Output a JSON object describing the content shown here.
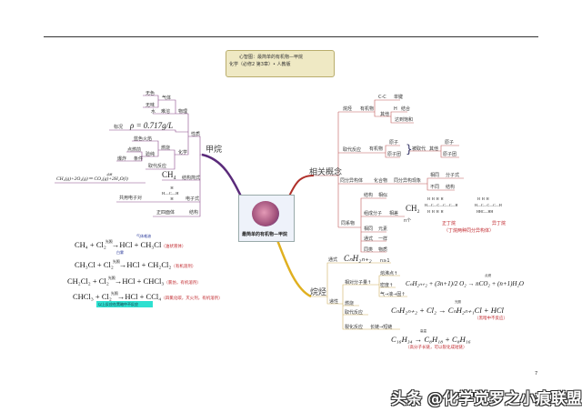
{
  "title": {
    "line1": "心智图：最简单的有机物—甲烷",
    "line2": "化学（必修2 第3章）• 人教版"
  },
  "center_label": "最简单的有机物—甲烷",
  "methane": {
    "root": "甲烷",
    "properties": "性质",
    "physical": "物理",
    "colorless": "无色",
    "gas": "气体",
    "odorless": "无味",
    "water": "水",
    "insoluble": "难溶",
    "stp": "标况",
    "density": "ρ = 0.717g/L",
    "chemical": "化学",
    "blue_flame": "蓝色火焰",
    "before_ignite": "点燃前",
    "check_purity": "验纯",
    "combustion": "燃烧",
    "explosion": "爆炸",
    "condition": "条件",
    "substitution": "取代反应",
    "formula": "CH₄",
    "structural_simple": "结构简式",
    "combustion_eq": "CH₄(g)+2O₂(g) ═ CO₂(g)+2H₂O(l)",
    "combustion_cond": "点燃",
    "shared_pair": "共用电子对",
    "electron_formula": "电子式",
    "tetrahedron": "正四面体",
    "structure": "结构"
  },
  "substitution_eqs": [
    {
      "left": "CH₄ + Cl₂",
      "cond": "光照",
      "right": "HCl + CH₃Cl",
      "note": "（油状液体）",
      "above": "气体难溶"
    },
    {
      "left": "CH₃Cl + Cl₂",
      "cond": "光照",
      "right": "HCl + CH₂Cl₂",
      "note": "（有机溶剂）",
      "above": "白雾"
    },
    {
      "left": "CH₂Cl₂ + Cl₂",
      "cond": "光照",
      "right": "HCl + CHCl₃",
      "note": "（氯仿，有机溶剂）"
    },
    {
      "left": "CHCl₃ + Cl₂",
      "cond": "光照",
      "right": "HCl + CCl₄",
      "note": "（四氯化碳，灭火剂，有机溶剂）"
    }
  ],
  "dark_note": "以上反应在黑暗中不反应",
  "concepts": {
    "root": "相关概念",
    "alkane": "烷烃",
    "organic": "有机物",
    "cc": "C-C",
    "single_bond": "单键",
    "other": "其他",
    "h": "H",
    "combine": "结合",
    "saturated": "达到饱和",
    "substitution": "取代反应",
    "organic2": "有机物",
    "atom": "原子",
    "group": "原子团",
    "replaced": "被取代",
    "other2": "其他",
    "atom2": "原子",
    "group2": "原子团",
    "isomer": "同分异构体",
    "compound": "化合物",
    "isomerism": "同分异构现象",
    "same": "相同",
    "mol_formula": "分子式",
    "diff": "不同",
    "struct": "结构",
    "homolog": "同系物",
    "struct2": "结构",
    "similar": "相似",
    "composition": "组成分子",
    "differ": "相差",
    "ch2": "CH₂",
    "n": "n个",
    "same2": "相同",
    "element": "元素",
    "general": "通式",
    "alike": "一样",
    "same_class": "同类",
    "substance": "物质",
    "n_butane": "正丁烷",
    "iso_butane": "异丁烷",
    "butane_note": "（丁烷两种同分异构体）"
  },
  "alkanes": {
    "root": "烷烃",
    "general_formula_label": "通式",
    "general_formula": "CₙH₂ₙ₊₂",
    "n_cond": "n≥1",
    "property": "递性",
    "mass_up": "相对分子量↑",
    "bp_up": "熔沸点↑",
    "density_up": "密度↑",
    "state": "气→液→固↑",
    "combustion": "燃烧",
    "substitution": "取代反应",
    "cracking": "裂化反应",
    "long_short": "长链→短链",
    "comb_eq": "CₙH₂ₙ₊₂ + (3n+1)/2 O₂ → nCO₂ + (n+1)H₂O",
    "comb_cond": "点燃",
    "sub_eq": "CₙH₂ₙ₊₂ + Cl₂ → CₙH₂ₙ₊₁Cl + HCl",
    "sub_cond": "光照",
    "sub_note": "（黑暗中不反应）",
    "crack_eq": "C₁₆H₃₄ → C₈H₁₈ + C₈H₁₆",
    "crack_cond": "高温",
    "crack_note": "（高分子长链，可以裂化成短链）"
  },
  "page_number": "7",
  "watermark": "头条 @化学觉罗之小痕联盟",
  "colors": {
    "methane_branch": "#6a2a8a",
    "concept_branch": "#b0302a",
    "alkane_branch": "#e0b020",
    "left_lines": "#8a4a8a",
    "right_lines": "#c05a5a",
    "alkane_lines": "#d0b060"
  }
}
